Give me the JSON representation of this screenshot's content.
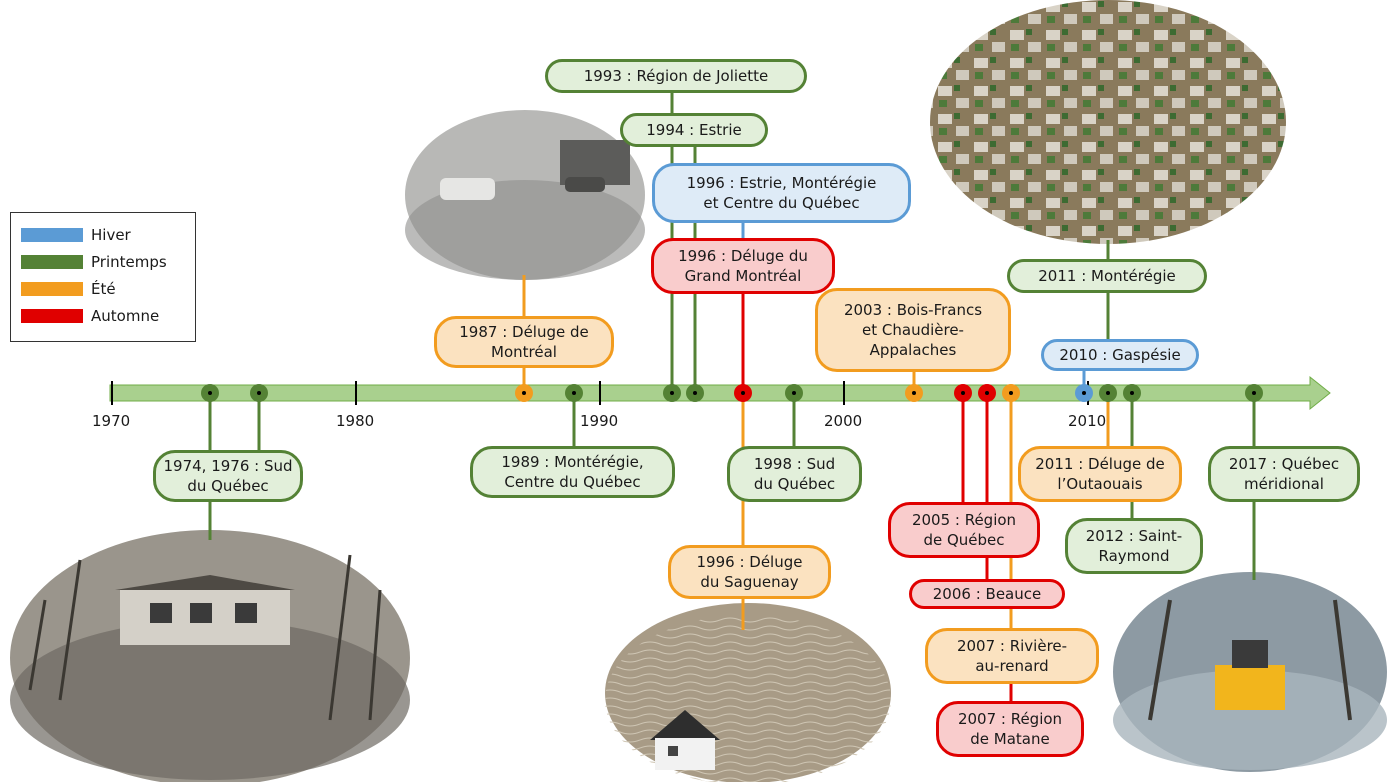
{
  "legend": {
    "items": [
      {
        "label": "Hiver",
        "color": "#5b9bd5"
      },
      {
        "label": "Printemps",
        "color": "#548235"
      },
      {
        "label": "Été",
        "color": "#f29c1f"
      },
      {
        "label": "Automne",
        "color": "#e00000"
      }
    ]
  },
  "axis": {
    "year_start": 1970,
    "year_end": 2020,
    "tick_labels": [
      "1970",
      "1980",
      "1990",
      "2000",
      "2010"
    ]
  },
  "events": [
    {
      "year": 1974,
      "season": "spring",
      "label": "1974, 1976 : Sud\ndu Québec"
    },
    {
      "year": 1976,
      "season": "spring",
      "label": ""
    },
    {
      "year": 1987,
      "season": "summer",
      "label": "1987 : Déluge de\nMontréal"
    },
    {
      "year": 1989,
      "season": "spring",
      "label": "1989 : Montérégie,\nCentre du Québec"
    },
    {
      "year": 1993,
      "season": "spring",
      "label": "1993 : Région de Joliette"
    },
    {
      "year": 1994,
      "season": "spring",
      "label": "1994 : Estrie"
    },
    {
      "year": 1996,
      "season": "winter",
      "label": "1996 : Estrie, Montérégie\net Centre du Québec"
    },
    {
      "year": 1996,
      "season": "autumn",
      "label": "1996 : Déluge du\nGrand Montréal"
    },
    {
      "year": 1996,
      "season": "summer",
      "label": "1996 : Déluge\ndu Saguenay"
    },
    {
      "year": 1998,
      "season": "spring",
      "label": "1998 : Sud\ndu Québec"
    },
    {
      "year": 2003,
      "season": "summer",
      "label": "2003 : Bois-Francs\net Chaudière-\nAppalaches"
    },
    {
      "year": 2005,
      "season": "autumn",
      "label": "2005 : Région\nde Québec"
    },
    {
      "year": 2006,
      "season": "autumn",
      "label": "2006 : Beauce"
    },
    {
      "year": 2007,
      "season": "summer",
      "label": "2007 : Rivière-\nau-renard"
    },
    {
      "year": 2007,
      "season": "autumn",
      "label": "2007 : Région\nde Matane"
    },
    {
      "year": 2010,
      "season": "winter",
      "label": "2010 : Gaspésie"
    },
    {
      "year": 2011,
      "season": "spring",
      "label": "2011 : Montérégie"
    },
    {
      "year": 2011,
      "season": "summer",
      "label": "2011 : Déluge de\nl’Outaouais"
    },
    {
      "year": 2012,
      "season": "spring",
      "label": "2012 : Saint-\nRaymond"
    },
    {
      "year": 2017,
      "season": "spring",
      "label": "2017 : Québec\nméridional"
    }
  ]
}
